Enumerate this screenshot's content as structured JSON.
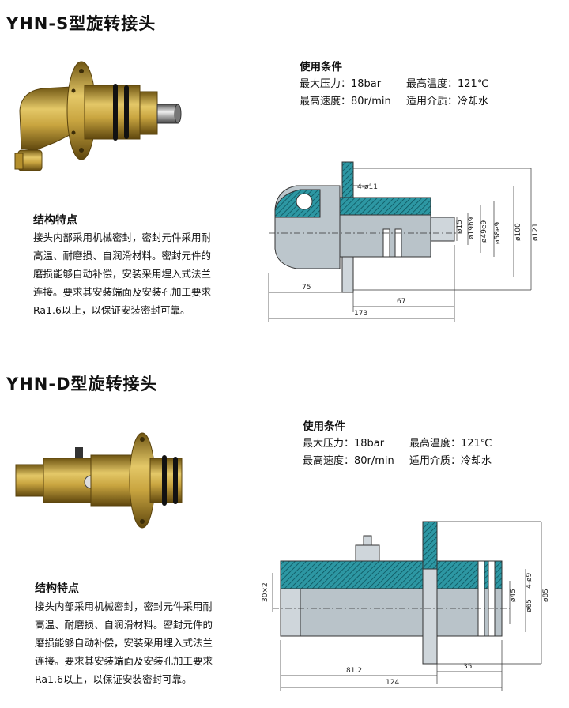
{
  "sections": [
    {
      "title": "YHN-S型旋转接头",
      "conditions": {
        "heading": "使用条件",
        "max_pressure": "最大压力：18bar",
        "max_temp": "最高温度：121℃",
        "max_speed": "最高速度：80r/min",
        "medium": "适用介质：冷却水"
      },
      "features": {
        "heading": "结构特点",
        "body": "接头内部采用机械密封，密封元件采用耐高温、耐磨损、自润滑材料。密封元件的磨损能够自动补偿，安装采用埋入式法兰连接。要求其安装端面及安装孔加工要求Ra1.6以上，以保证安装密封可靠。"
      },
      "dimensions": {
        "holes": "4-ø11",
        "d1": "ø15",
        "d2": "ø19h9",
        "d3": "ø49e9",
        "d4": "ø58e9",
        "d5": "ø100",
        "d6": "ø121",
        "l1": "75",
        "l2": "67",
        "l3": "173"
      }
    },
    {
      "title": "YHN-D型旋转接头",
      "conditions": {
        "heading": "使用条件",
        "max_pressure": "最大压力：18bar",
        "max_temp": "最高温度：121℃",
        "max_speed": "最高速度：80r/min",
        "medium": "适用介质：冷却水"
      },
      "features": {
        "heading": "结构特点",
        "body": "接头内部采用机械密封，密封元件采用耐高温、耐磨损、自润滑材料。密封元件的磨损能够自动补偿，安装采用埋入式法兰连接。要求其安装端面及安装孔加工要求Ra1.6以上，以保证安装密封可靠。"
      },
      "dimensions": {
        "thread": "30×2",
        "d1": "ø45",
        "d2": "ø65",
        "holes": "4-ø9",
        "d3": "ø85",
        "l1": "81.2",
        "l2": "35",
        "l3": "124"
      }
    }
  ],
  "colors": {
    "brass": "#c9a540",
    "brass_dark": "#8a6a1c",
    "steel": "#9aa0a6",
    "hatch": "#0f7a8a",
    "body_fill": "#b9c3c9"
  }
}
